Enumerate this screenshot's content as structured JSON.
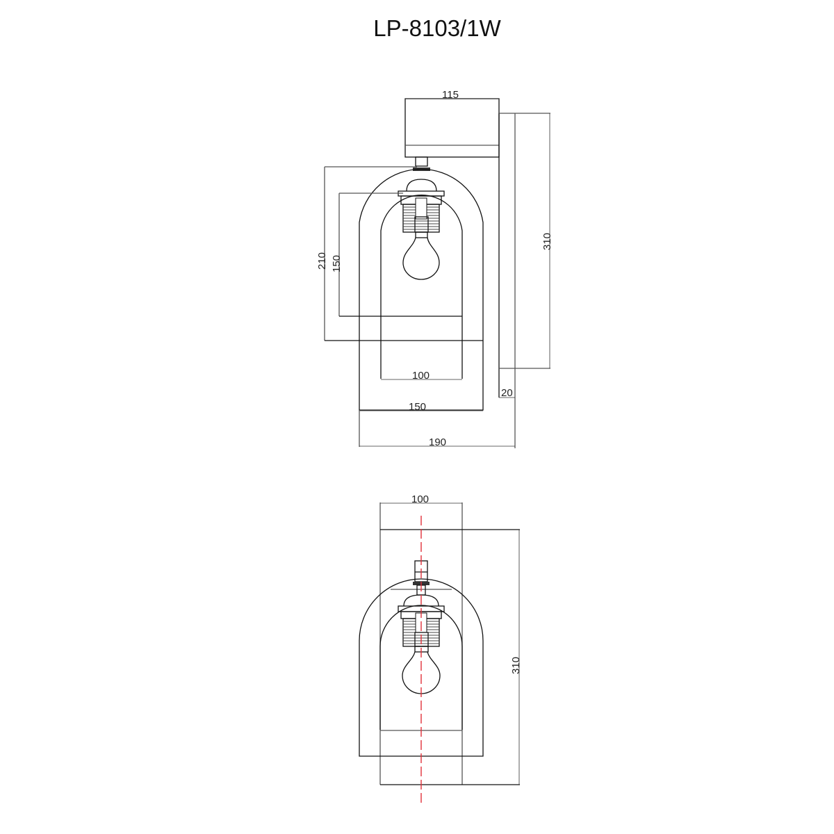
{
  "title": "LP-8103/1W",
  "side_view": {
    "dimensions": {
      "canopy_width": "115",
      "overall_height": "310",
      "shade_outer_height": "210",
      "shade_inner_height": "150",
      "inner_width": "100",
      "outer_width": "150",
      "projection": "190",
      "backplate_depth": "20"
    }
  },
  "front_view": {
    "dimensions": {
      "width": "100",
      "overall_height": "310"
    }
  },
  "colors": {
    "line": "#111111",
    "centerline": "#e0303a",
    "background": "#ffffff"
  }
}
